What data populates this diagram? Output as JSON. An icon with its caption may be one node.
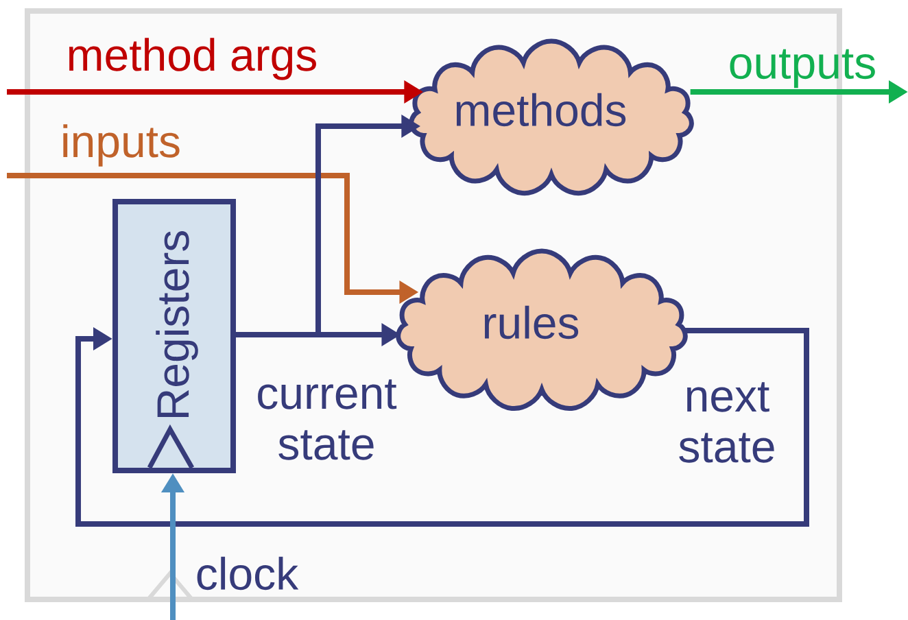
{
  "diagram": {
    "nodes": [
      {
        "text": [
          "methods"
        ]
      },
      {
        "text": [
          "rules"
        ]
      },
      {
        "text": [
          "Registers"
        ]
      }
    ],
    "edges": [
      {
        "from": null,
        "to": 0,
        "arrow": "to",
        "label": "method args",
        "color": "#c00000"
      },
      {
        "from": null,
        "to": 1,
        "arrow": "to",
        "label": "inputs",
        "color": "#c0622a"
      },
      {
        "from": 0,
        "to": null,
        "arrow": "to",
        "label": "outputs",
        "color": "#12b050"
      },
      {
        "from": 2,
        "to": 1,
        "arrow": "to",
        "label": "current state"
      },
      {
        "from": 2,
        "to": 0,
        "arrow": "to"
      },
      {
        "from": 1,
        "to": 2,
        "arrow": "to",
        "label": "next state"
      },
      {
        "from": null,
        "to": 2,
        "arrow": "to",
        "label": "clock",
        "color": "#4f8fc0"
      }
    ]
  }
}
